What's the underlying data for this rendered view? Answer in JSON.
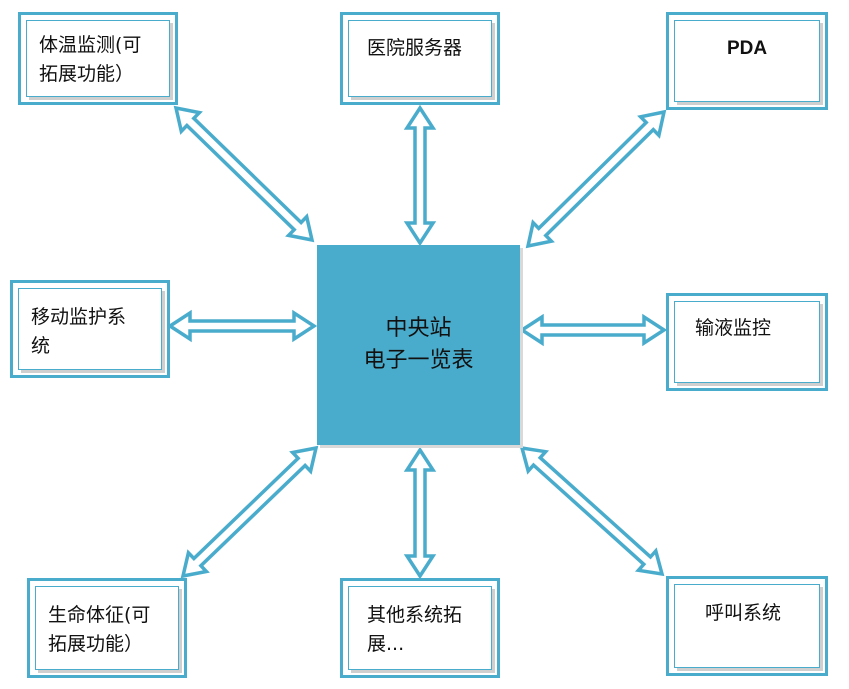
{
  "colors": {
    "accent": "#4aaccc",
    "arrow_fill": "#ffffff",
    "text": "#111111"
  },
  "center": {
    "line1": "中央站",
    "line2": "电子一览表"
  },
  "nodes": {
    "temperature": {
      "line1": "体温监测(可",
      "line2": "拓展功能）"
    },
    "hospital_server": {
      "line1": "医院服务器"
    },
    "pda": {
      "line1": "PDA"
    },
    "mobile_monitoring": {
      "line1": "移动监护系",
      "line2": "统"
    },
    "infusion": {
      "line1": "输液监控"
    },
    "vital_signs": {
      "line1": "生命体征(可",
      "line2": "拓展功能）"
    },
    "other_systems": {
      "line1": "其他系统拓",
      "line2": "展..."
    },
    "call_system": {
      "line1": "呼叫系统"
    }
  },
  "connections": [
    {
      "from": "center",
      "to": "temperature",
      "direction": "bidirectional"
    },
    {
      "from": "center",
      "to": "hospital_server",
      "direction": "bidirectional"
    },
    {
      "from": "center",
      "to": "pda",
      "direction": "bidirectional"
    },
    {
      "from": "center",
      "to": "mobile_monitoring",
      "direction": "bidirectional"
    },
    {
      "from": "center",
      "to": "infusion",
      "direction": "bidirectional"
    },
    {
      "from": "center",
      "to": "vital_signs",
      "direction": "bidirectional"
    },
    {
      "from": "center",
      "to": "other_systems",
      "direction": "bidirectional"
    },
    {
      "from": "center",
      "to": "call_system",
      "direction": "bidirectional"
    }
  ]
}
